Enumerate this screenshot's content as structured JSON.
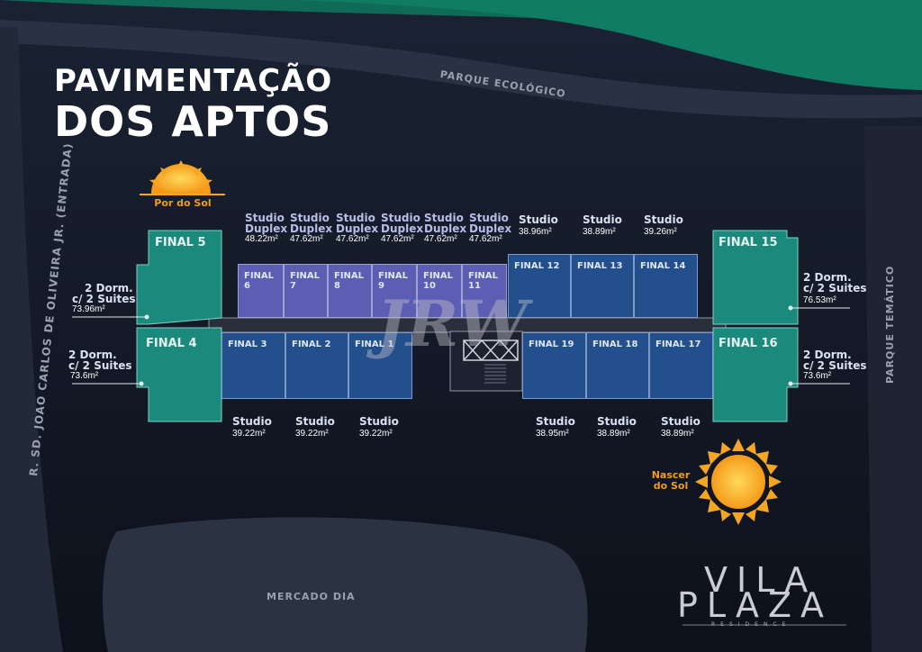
{
  "title": {
    "line1": "PAVIMENTAÇÃO",
    "line2": "DOS APTOS"
  },
  "roads": {
    "top": "PARQUE ECOLÓGICO",
    "left": "R. SD. JOAO CARLOS DE OLIVEIRA JR. (ENTRADA)",
    "right": "PARQUE TEMÁTICO",
    "bottom": "MERCADO DIA"
  },
  "sun": {
    "sunset": {
      "line1": "Por do Sol"
    },
    "sunrise": {
      "line1": "Nascer",
      "line2": "do Sol"
    }
  },
  "units": {
    "top_row": [
      {
        "name": "FINAL 6",
        "type_line1": "Studio",
        "type_line2": "Duplex",
        "area": "48.22m²"
      },
      {
        "name": "FINAL 7",
        "type_line1": "Studio",
        "type_line2": "Duplex",
        "area": "47.62m²"
      },
      {
        "name": "FINAL 8",
        "type_line1": "Studio",
        "type_line2": "Duplex",
        "area": "47.62m²"
      },
      {
        "name": "FINAL 9",
        "type_line1": "Studio",
        "type_line2": "Duplex",
        "area": "47.62m²"
      },
      {
        "name": "FINAL 10",
        "type_line1": "Studio",
        "type_line2": "Duplex",
        "area": "47.62m²"
      },
      {
        "name": "FINAL 11",
        "type_line1": "Studio",
        "type_line2": "Duplex",
        "area": "47.62m²"
      },
      {
        "name": "FINAL 12",
        "type_line1": "Studio",
        "type_line2": "",
        "area": "38.96m²"
      },
      {
        "name": "FINAL 13",
        "type_line1": "Studio",
        "type_line2": "",
        "area": "38.89m²"
      },
      {
        "name": "FINAL 14",
        "type_line1": "Studio",
        "type_line2": "",
        "area": "39.26m²"
      }
    ],
    "bottom_row": [
      {
        "name": "FINAL 3",
        "type_line1": "Studio",
        "area": "39.22m²"
      },
      {
        "name": "FINAL 2",
        "type_line1": "Studio",
        "area": "39.22m²"
      },
      {
        "name": "FINAL 1",
        "type_line1": "Studio",
        "area": "39.22m²"
      },
      {
        "name": "FINAL 19",
        "type_line1": "Studio",
        "area": "38.95m²"
      },
      {
        "name": "FINAL 18",
        "type_line1": "Studio",
        "area": "38.89m²"
      },
      {
        "name": "FINAL 17",
        "type_line1": "Studio",
        "area": "38.89m²"
      }
    ],
    "corners": [
      {
        "name": "FINAL 5",
        "type_line1": "2 Dorm.",
        "type_line2": "c/ 2 Suites",
        "area": "73.96m²"
      },
      {
        "name": "FINAL 4",
        "type_line1": "2 Dorm.",
        "type_line2": "c/ 2 Suites",
        "area": "73.6m²"
      },
      {
        "name": "FINAL 15",
        "type_line1": "2 Dorm.",
        "type_line2": "c/ 2 Suites",
        "area": "76.53m²"
      },
      {
        "name": "FINAL 16",
        "type_line1": "2 Dorm.",
        "type_line2": "c/ 2 Suites",
        "area": "73.6m²"
      }
    ]
  },
  "logo": {
    "line1": "VILA",
    "line2": "PLAZA",
    "line3": "RESIDENCE"
  },
  "watermark": "JRW",
  "colors": {
    "background": "#141a28",
    "studio_duplex": "#5d5eb3",
    "studio": "#234f8c",
    "two_bedroom": "#1b8a7c",
    "park_green": "#0f6b57",
    "sun": "#f5a623",
    "corridor": "#2a2f3c"
  }
}
